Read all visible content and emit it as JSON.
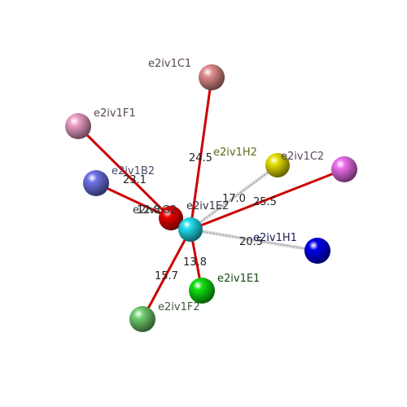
{
  "atoms": [
    {
      "id": "e2iv1C1",
      "label": "e2iv1C1",
      "color": "#e58e8e",
      "label_color": "#5a4a4a"
    },
    {
      "id": "e2iv1F1",
      "label": "e2iv1F1",
      "color": "#f0a0c8",
      "label_color": "#5a4a4a"
    },
    {
      "id": "e2iv1B2",
      "label": "e2iv1B2",
      "color": "#6f73e8",
      "label_color": "#4a4a66"
    },
    {
      "id": "e2iv1H2",
      "label": "e2iv1H2",
      "color": "#e8e000",
      "label_color": "#66661a"
    },
    {
      "id": "e2iv1C2",
      "label": "e2iv1C2",
      "color": "#ee70ee",
      "label_color": "#5a4a5a"
    },
    {
      "id": "e2iv1G2",
      "label": "e2iv1G2",
      "color": "#ee0000",
      "label_color": "#333333"
    },
    {
      "id": "e2iv1E2",
      "label": "e2iv1E2",
      "color": "#20e0f0",
      "label_color": "#333344"
    },
    {
      "id": "e2iv1H1",
      "label": "e2iv1H1",
      "color": "#0000ee",
      "label_color": "#1a1a55"
    },
    {
      "id": "e2iv1E1",
      "label": "e2iv1E1",
      "color": "#10e010",
      "label_color": "#1a4a1a"
    },
    {
      "id": "e2iv1F2",
      "label": "e2iv1F2",
      "color": "#70d070",
      "label_color": "#3a5a3a"
    }
  ],
  "bonds": [
    {
      "from": "e2iv1G2",
      "to": "e2iv1C1",
      "value": "24.5",
      "color": "#cc0000"
    },
    {
      "from": "e2iv1G2",
      "to": "e2iv1F1",
      "value": "",
      "color": "#cc0000"
    },
    {
      "from": "e2iv1G2",
      "to": "e2iv1B2",
      "value": "23.1",
      "color": "#cc0000"
    },
    {
      "from": "e2iv1E2",
      "to": "e2iv1H2",
      "value": "17.0",
      "color": "#d8d8d8"
    },
    {
      "from": "e2iv1G2",
      "to": "e2iv1C2",
      "value": "25.5",
      "color": "#cc0000"
    },
    {
      "from": "e2iv1E2",
      "to": "e2iv1H1",
      "value": "20.5",
      "color": "#d8d8d8"
    },
    {
      "from": "e2iv1G2",
      "to": "e2iv1E1",
      "value": "13.8",
      "color": "#cc0000"
    },
    {
      "from": "e2iv1G2",
      "to": "e2iv1F2",
      "value": "15.7",
      "color": "#cc0000"
    },
    {
      "from": "e2iv1G2",
      "to": "e2iv1E2",
      "value": "12.8",
      "color": "#cc0000"
    }
  ]
}
